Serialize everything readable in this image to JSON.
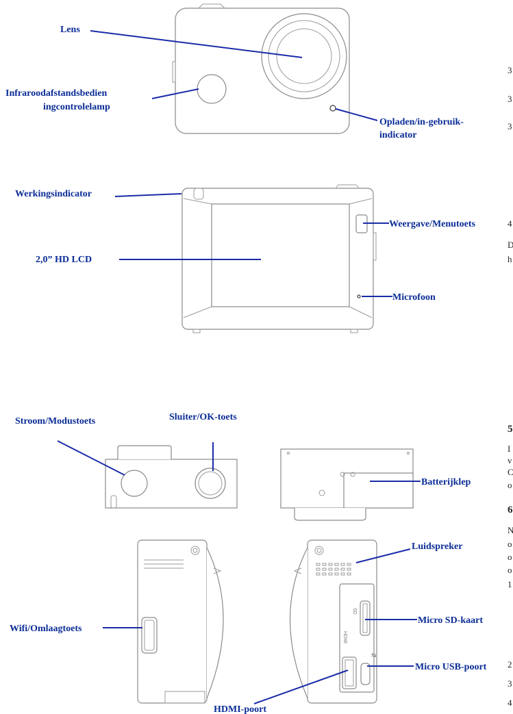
{
  "labels": {
    "lens": "Lens",
    "ir_line1": "Infraroodafstandsbedien",
    "ir_line2": "ingcontrolelamp",
    "charge_line1": "Opladen/in-gebruik-",
    "charge_line2": "indicator",
    "work": "Werkingsindicator",
    "display_menu": "Weergave/Menutoets",
    "lcd": "2,0” HD LCD",
    "mic": "Microfoon",
    "power": "Stroom/Modustoets",
    "shutter": "Sluiter/OK-toets",
    "battery": "Batterijklep",
    "speaker": "Luidspreker",
    "wifi": "Wifi/Omlaagtoets",
    "sd": "Micro SD-kaart",
    "usb": "Micro USB-poort",
    "hdmi": "HDMI-poort"
  },
  "edge_text": {
    "t1": "3",
    "t2": "3",
    "t3": "3",
    "t4": "4",
    "t5": "D",
    "t6": "h",
    "t7": "5",
    "t8": "I",
    "t9": "v",
    "t10": "C",
    "t11": "o",
    "t12": "6",
    "t13": "N",
    "t14": "o",
    "t15": "o",
    "t16": "o",
    "t17": "1",
    "t18": "2",
    "t19": "3",
    "t20": "4"
  },
  "port_text": {
    "hdmi_small": "HDMI",
    "sd_small": "SD"
  }
}
